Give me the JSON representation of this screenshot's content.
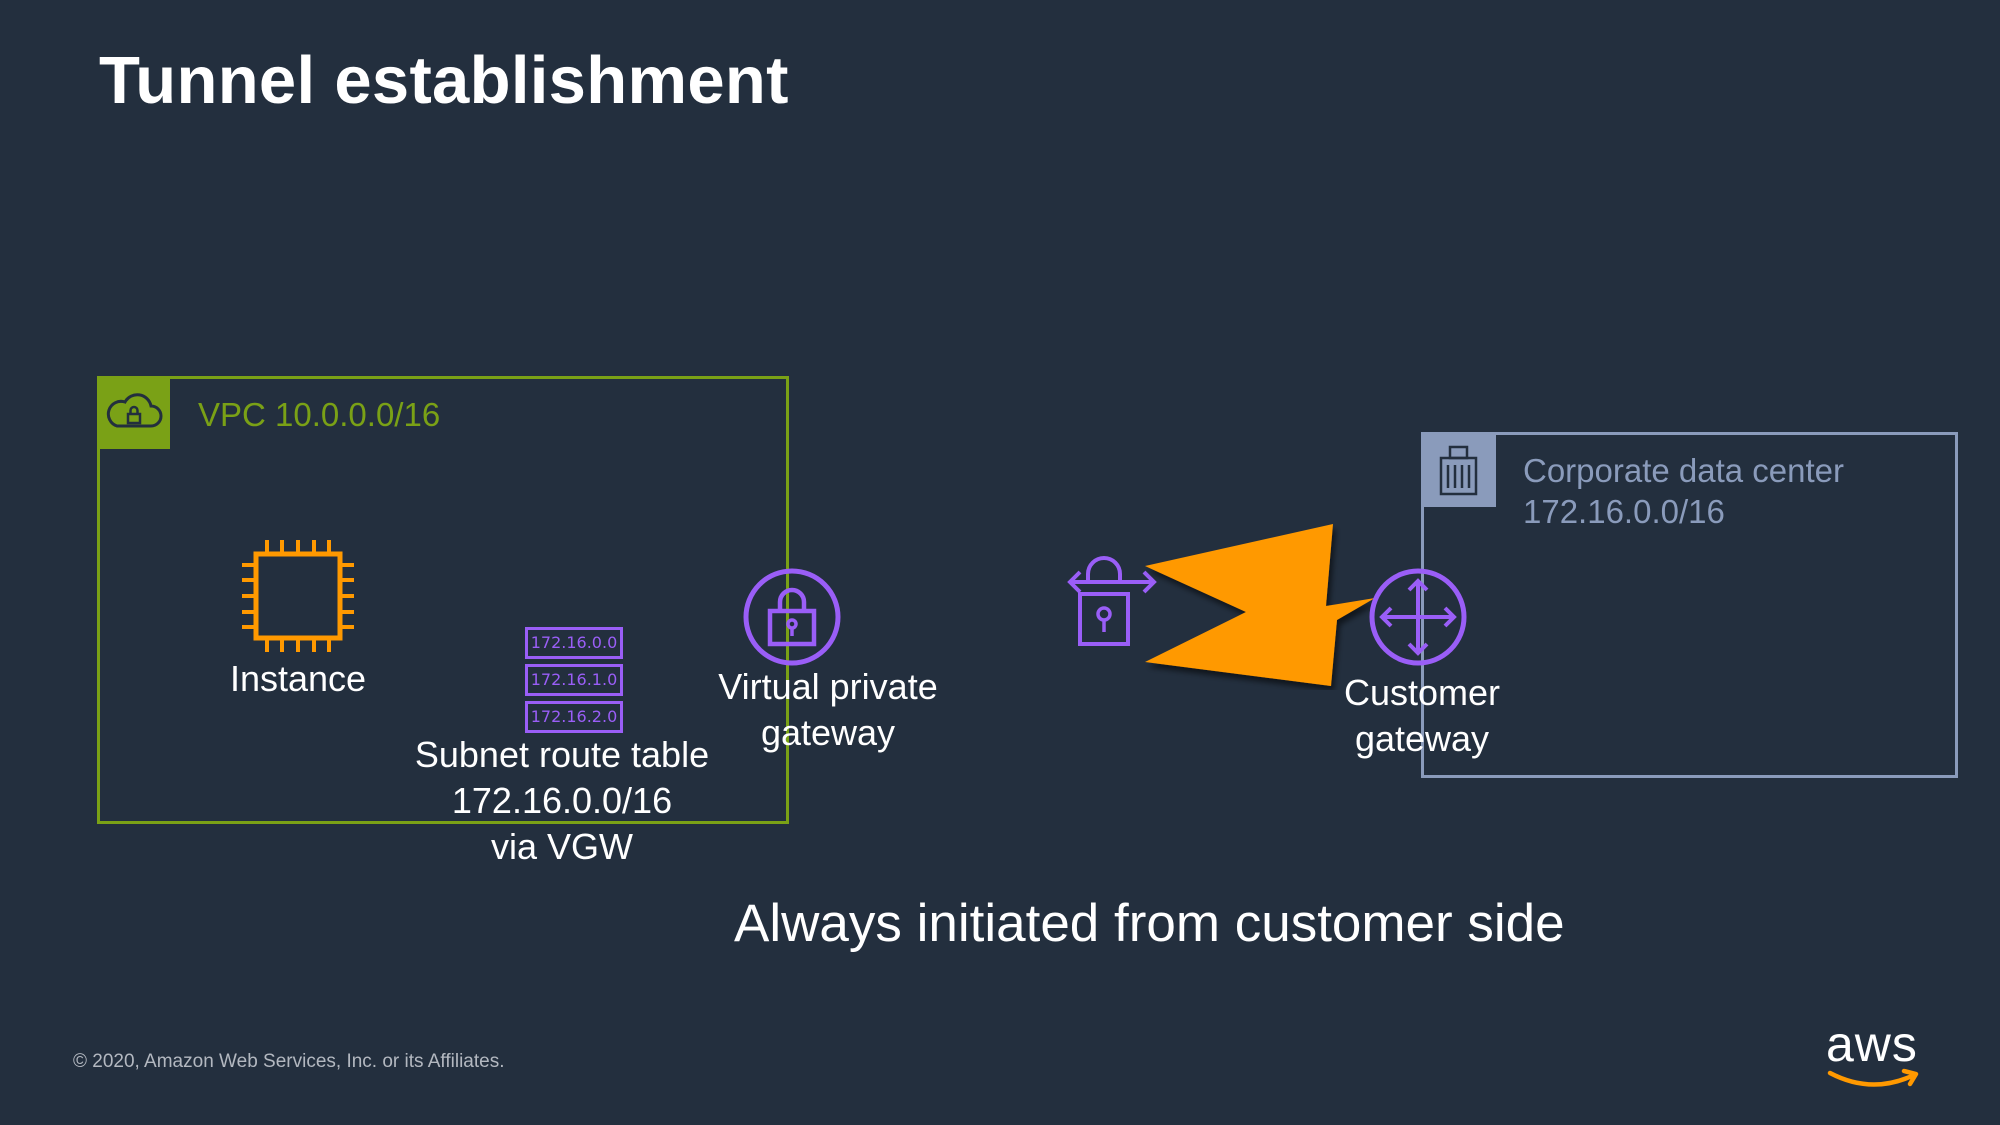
{
  "title": "Tunnel establishment",
  "vpc": {
    "label": "VPC 10.0.0.0/16",
    "icon": "cloud-lock-icon",
    "color": "#7aa116"
  },
  "datacenter": {
    "label_line1": "Corporate data center",
    "label_line2": "172.16.0.0/16",
    "icon": "office-building-icon",
    "color": "#8a9bbb"
  },
  "instance": {
    "label": "Instance",
    "icon": "ec2-instance-chip-icon",
    "color": "#ff9900"
  },
  "route_table": {
    "entries": [
      "172.16.0.0",
      "172.16.1.0",
      "172.16.2.0"
    ],
    "label_line1": "Subnet route table",
    "label_line2": "172.16.0.0/16",
    "label_line3": "via VGW",
    "icon": "route-table-icon",
    "color": "#9a5ef7"
  },
  "vgw": {
    "label_line1": "Virtual private",
    "label_line2": "gateway",
    "icon": "padlock-circle-icon"
  },
  "vpn": {
    "icon": "vpn-lock-icon"
  },
  "connection": {
    "icon": "lightning-bolt-arrow-icon",
    "color": "#ff9900"
  },
  "cgw": {
    "label_line1": "Customer",
    "label_line2": "gateway",
    "icon": "router-arrows-circle-icon"
  },
  "subtitle": "Always initiated from customer side",
  "footer": {
    "copyright": "© 2020, Amazon Web Services, Inc. or its Affiliates."
  },
  "logo": {
    "text": "aws",
    "smile_color": "#ff9900"
  }
}
